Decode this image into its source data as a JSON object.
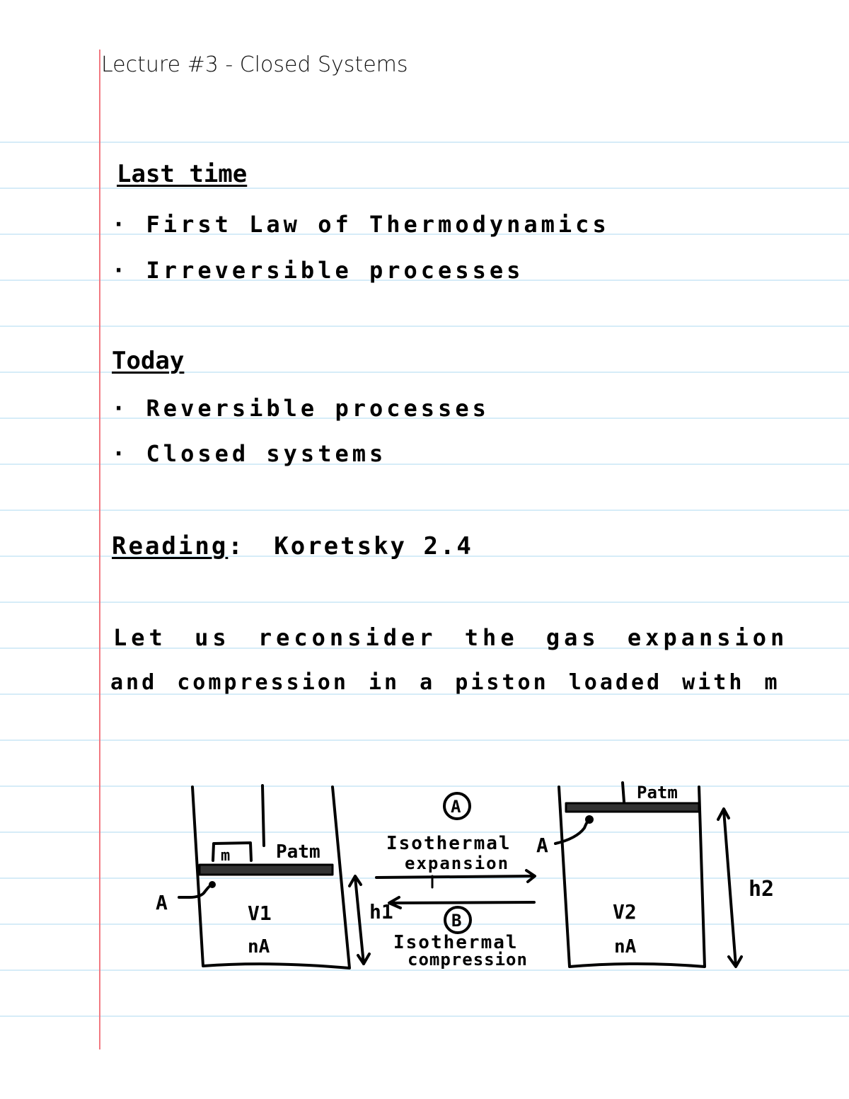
{
  "page": {
    "title": "Lecture #3 - Closed Systems",
    "colors": {
      "rule_line": "#d6ecf8",
      "margin_line": "#f27a82",
      "ink": "#000000"
    }
  },
  "notes": {
    "last_time": {
      "heading": "Last time",
      "items": [
        "· First Law of Thermodynamics",
        "· Irreversible processes"
      ]
    },
    "today": {
      "heading": "Today",
      "items": [
        "· Reversible processes",
        "· Closed systems"
      ]
    },
    "reading": {
      "label": "Reading",
      "separator": ":",
      "value": "Koretsky 2.4"
    },
    "paragraph": {
      "line1": "Let us reconsider the gas expansion",
      "line2": "and compression in a piston loaded with m"
    }
  },
  "diagram": {
    "left_piston": {
      "mass_label": "m",
      "pressure_label": "Patm",
      "area_label": "A",
      "volume_label": "V1",
      "moles_label": "nA",
      "height_label": "h1"
    },
    "process_a": {
      "marker": "A",
      "line1": "Isothermal",
      "line2": "expansion"
    },
    "process_b": {
      "marker": "B",
      "line1": "Isothermal",
      "line2": "compression"
    },
    "right_piston": {
      "pressure_label": "Patm",
      "area_label": "A",
      "volume_label": "V2",
      "moles_label": "nA",
      "height_label": "h2"
    }
  }
}
